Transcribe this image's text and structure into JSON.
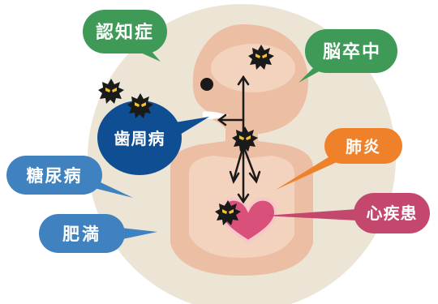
{
  "labels": {
    "dementia": "認知症",
    "stroke": "脳卒中",
    "periodontal": "歯周病",
    "pneumonia": "肺炎",
    "diabetes": "糖尿病",
    "heart_disease": "心疾患",
    "obesity": "肥満"
  },
  "colors": {
    "background_circle": "#ece4d4",
    "body": "#ecbea4",
    "body_inner": "#f3d3bd",
    "green": "#3f9a58",
    "blue_dark": "#0f4e92",
    "blue": "#3f82bf",
    "orange": "#ee8129",
    "pink": "#c4476d",
    "heart": "#d9517a",
    "germ": "#1a1a1a",
    "germ_eyes": "#f2c230"
  },
  "icons": [
    "germ-icon",
    "heart-icon",
    "arrow-icon"
  ]
}
